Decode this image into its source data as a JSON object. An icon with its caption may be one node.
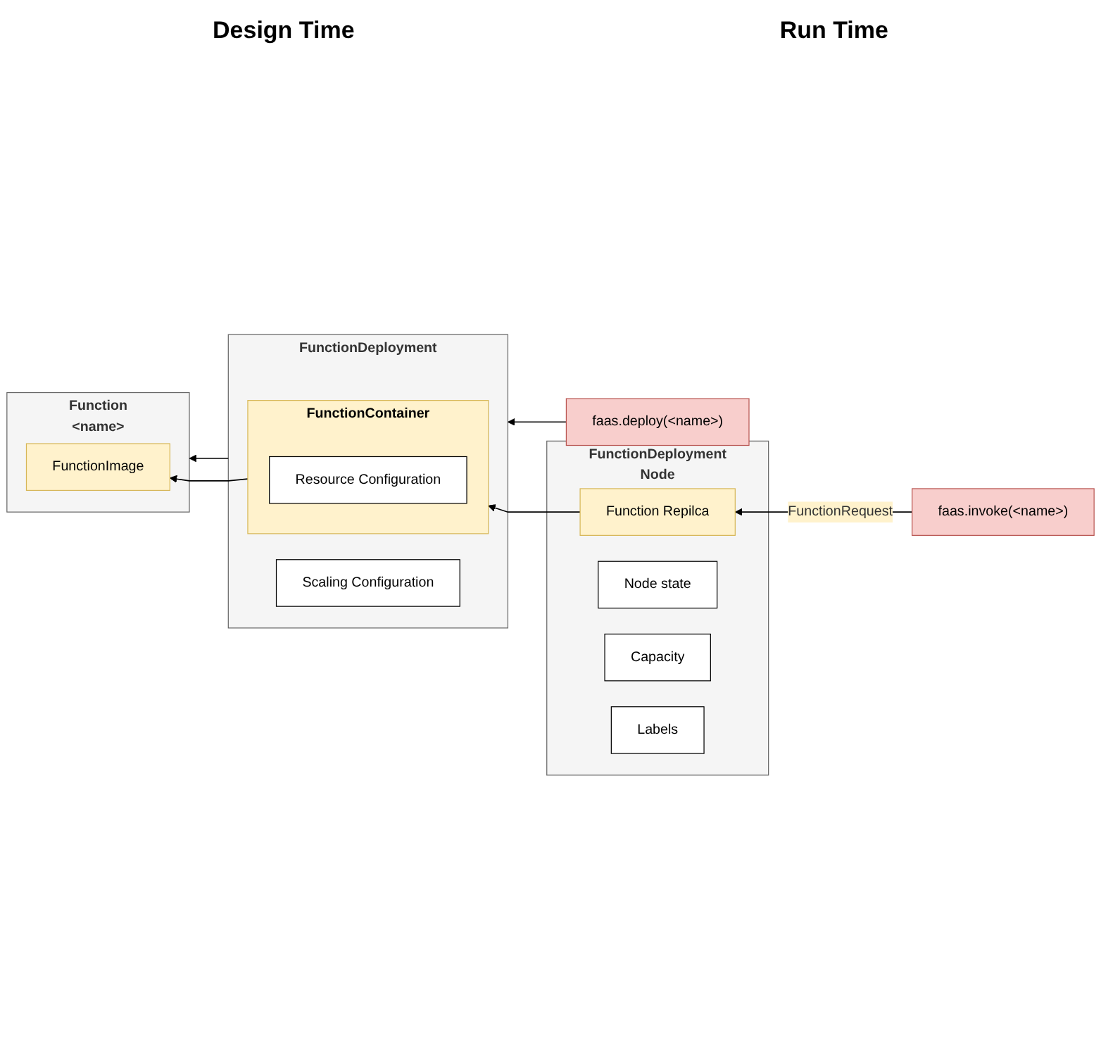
{
  "diagram": {
    "nodes": [
      {
        "text": [
          "faas.deploy(<name>)"
        ]
      },
      {
        "text": [
          "faas.invoke(<name>)"
        ]
      },
      {
        "text": [
          "Function",
          "<name>"
        ]
      },
      {
        "text": [
          "FunctionImage"
        ],
        "in": 2
      },
      {
        "text": [
          "FunctionDeployment"
        ]
      },
      {
        "text": [
          "FunctionContainer"
        ],
        "in": 4
      },
      {
        "text": [
          "Resource Configuration"
        ],
        "in": 5
      },
      {
        "text": [
          "Scaling Configuration"
        ],
        "in": 4
      },
      {
        "text": [
          "FunctionDeployment",
          "Node"
        ]
      },
      {
        "text": [
          "Function Repilca"
        ],
        "in": 8
      },
      {
        "text": [
          "Node state"
        ],
        "in": 8
      },
      {
        "text": [
          "Capacity"
        ],
        "in": 8
      },
      {
        "text": [
          "Labels"
        ],
        "in": 8
      }
    ],
    "edges": [
      {
        "from": 0,
        "to": 4,
        "arrow": "to"
      },
      {
        "from": 4,
        "to": 2,
        "arrow": "to"
      },
      {
        "from": 5,
        "to": 3,
        "arrow": "to"
      },
      {
        "from": 9,
        "to": 5,
        "arrow": "to"
      },
      {
        "from": 1,
        "to": 9,
        "arrow": "to",
        "label": "FunctionRequest"
      }
    ],
    "labels": [
      "Design Time",
      "Run Time"
    ]
  }
}
